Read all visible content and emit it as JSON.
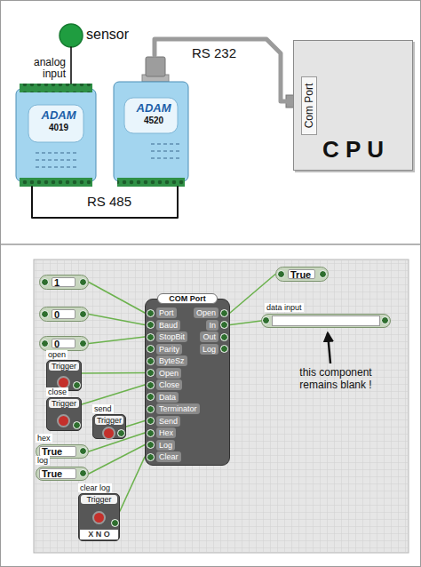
{
  "diagram": {
    "nodes": [
      {
        "text": [
          "sensor"
        ]
      },
      {
        "text": [
          "ADAM",
          "4019"
        ]
      },
      {
        "text": [
          "ADAM",
          "4520"
        ]
      },
      {
        "text": [
          "C P U"
        ]
      },
      {
        "text": [
          "Com Port"
        ],
        "in": 3
      },
      {
        "text": [
          "1"
        ]
      },
      {
        "text": [
          "0"
        ]
      },
      {
        "text": [
          "0"
        ]
      },
      {
        "text": [
          "open",
          "Trigger"
        ]
      },
      {
        "text": [
          "close",
          "Trigger"
        ]
      },
      {
        "text": [
          "send",
          "Trigger"
        ]
      },
      {
        "text": [
          "hex",
          "True"
        ]
      },
      {
        "text": [
          "log",
          "True"
        ]
      },
      {
        "text": [
          "clear log",
          "Trigger",
          "X N O"
        ]
      },
      {
        "text": [
          "COM Port",
          "Port",
          "Open",
          "Baud",
          "In",
          "StopBit",
          "Out",
          "Parity",
          "Log",
          "ByteSz",
          "Open",
          "Close",
          "Data",
          "Terminator",
          "Send",
          "Hex",
          "Log",
          "Clear"
        ]
      },
      {
        "text": [
          "True"
        ]
      },
      {
        "text": [
          "data input"
        ]
      }
    ],
    "edges": [
      {
        "from": 0,
        "to": 1,
        "arrow": "none",
        "label": "analog input"
      },
      {
        "from": 1,
        "to": 2,
        "arrow": "none",
        "label": "RS 485"
      },
      {
        "from": 2,
        "to": 4,
        "arrow": "none",
        "label": "RS 232"
      },
      {
        "from": 5,
        "to": 14,
        "arrow": "none"
      },
      {
        "from": 6,
        "to": 14,
        "arrow": "none"
      },
      {
        "from": 7,
        "to": 14,
        "arrow": "none"
      },
      {
        "from": 8,
        "to": 14,
        "arrow": "none"
      },
      {
        "from": 9,
        "to": 14,
        "arrow": "none"
      },
      {
        "from": 10,
        "to": 14,
        "arrow": "none"
      },
      {
        "from": 11,
        "to": 14,
        "arrow": "none"
      },
      {
        "from": 12,
        "to": 14,
        "arrow": "none"
      },
      {
        "from": 13,
        "to": 14,
        "arrow": "none"
      },
      {
        "from": 14,
        "to": 15,
        "arrow": "none"
      },
      {
        "from": 14,
        "to": 16,
        "arrow": "none"
      }
    ],
    "labels": [
      "this component remains blank !"
    ]
  }
}
